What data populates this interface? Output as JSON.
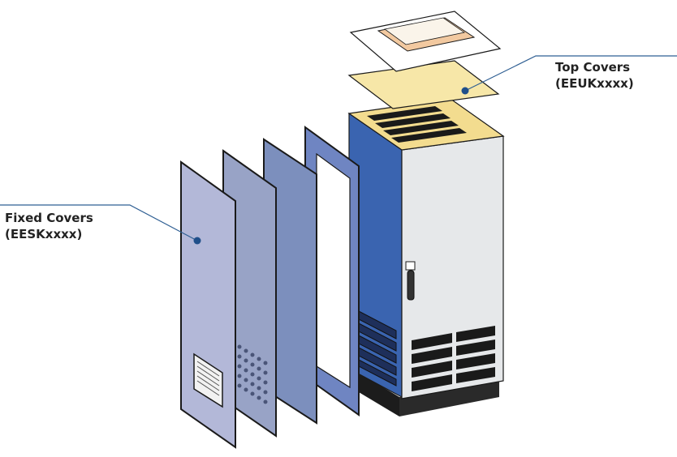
{
  "callouts": {
    "fixed_covers": {
      "title": "Fixed Covers",
      "code": "(EESKxxxx)"
    },
    "top_covers": {
      "title": "Top Covers",
      "code": "(EEUKxxxx)"
    }
  },
  "colors": {
    "cabinet_side_blue": "#3a64b0",
    "cabinet_door": "#e6e8ea",
    "top_cover_yellow": "#f7e7a8",
    "top_vent_yellow": "#f3dc8f",
    "panel_light": "#b3b8d8",
    "panel_mid": "#98a3c6",
    "panel_dark": "#7c8fbd",
    "frame_panel": "#6f85c2",
    "leader_line": "#2f5f93",
    "leader_dot": "#1f4f8a",
    "outline": "#1a1a1a"
  }
}
